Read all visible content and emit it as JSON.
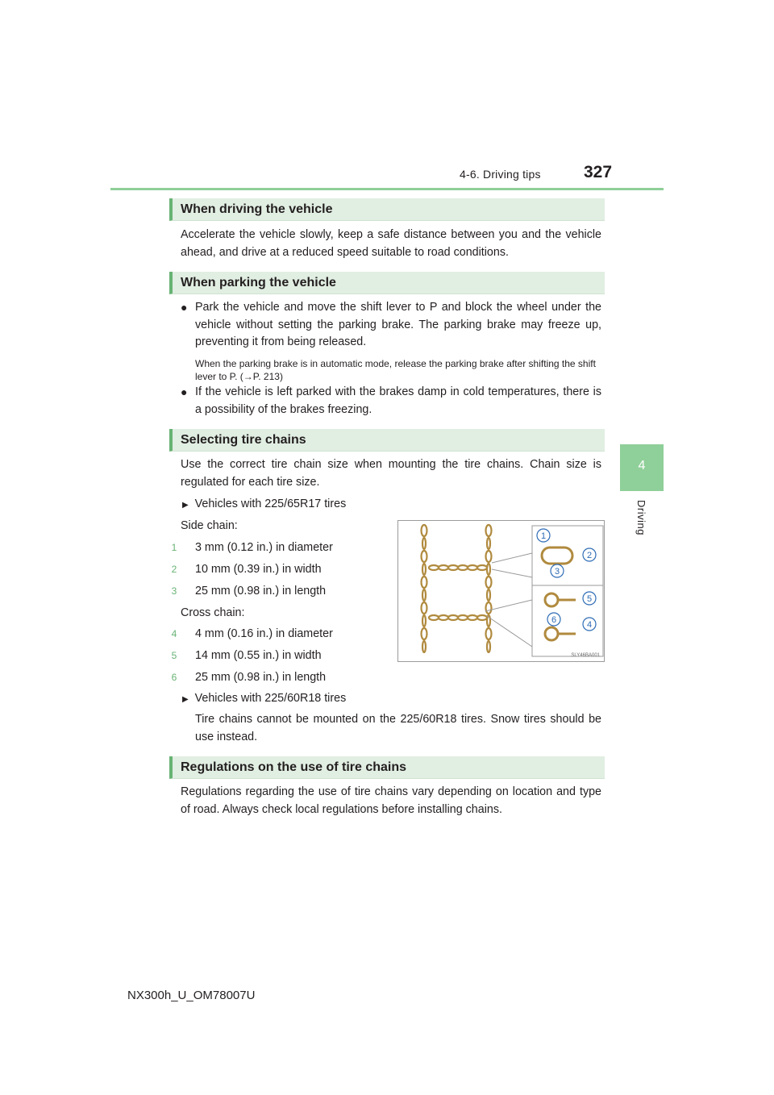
{
  "header": {
    "section": "4-6. Driving tips",
    "page": "327"
  },
  "side_tab": {
    "number": "4",
    "label": "Driving"
  },
  "sections": {
    "driving": {
      "title": "When driving the vehicle",
      "text": "Accelerate the vehicle slowly, keep a safe distance between you and the vehicle ahead, and drive at a reduced speed suitable to road conditions."
    },
    "parking": {
      "title": "When parking the vehicle",
      "bullet1": "Park the vehicle and move the shift lever to P and block the wheel under the vehicle without setting the parking brake. The parking brake may freeze up, preventing it from being released.",
      "note": "When the parking brake is in automatic mode, release the parking brake after shifting the shift lever to P. (→P. 213)",
      "bullet2": "If the vehicle is left parked with the brakes damp in cold temperatures, there is a possibility of the brakes freezing."
    },
    "chains": {
      "title": "Selecting tire chains",
      "intro": "Use the correct tire chain size when mounting the tire chains. Chain size is regulated for each tire size.",
      "variant1": "Vehicles with 225/65R17 tires",
      "side_chain": "Side chain:",
      "items": [
        {
          "num": "1",
          "text": "3 mm (0.12 in.) in diameter"
        },
        {
          "num": "2",
          "text": "10 mm (0.39 in.) in width"
        },
        {
          "num": "3",
          "text": "25 mm (0.98 in.) in length"
        },
        {
          "num": "4",
          "text": "4 mm (0.16 in.) in diameter"
        },
        {
          "num": "5",
          "text": "14 mm (0.55 in.) in width"
        },
        {
          "num": "6",
          "text": "25 mm (0.98 in.) in length"
        }
      ],
      "cross_chain": "Cross chain:",
      "variant2": "Vehicles with 225/60R18 tires",
      "variant2_text": "Tire chains cannot be mounted on the 225/60R18 tires. Snow tires should be use instead.",
      "figure_code": "SLY46BA001"
    },
    "regulations": {
      "title": "Regulations on the use of tire chains",
      "text": "Regulations regarding the use of tire chains vary depending on location and type of road. Always check local regulations before installing chains."
    }
  },
  "footer": "NX300h_U_OM78007U",
  "colors": {
    "accent": "#8fcf99",
    "accent_dark": "#68b374",
    "header_bg": "#e1eee2"
  }
}
